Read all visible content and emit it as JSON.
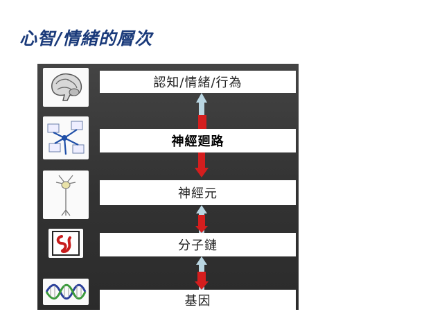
{
  "slide": {
    "title": "心智/情緒的層次",
    "title_color": "#1a3a7a"
  },
  "levels": [
    {
      "label": "認知/情緒/行為",
      "icon": "brain-icon",
      "bold": false
    },
    {
      "label": "神經廻路",
      "icon": "neural-circuit-icon",
      "bold": true
    },
    {
      "label": "神經元",
      "icon": "neuron-icon",
      "bold": false
    },
    {
      "label": "分子鏈",
      "icon": "molecule-icon",
      "bold": false
    },
    {
      "label": "基因",
      "icon": "dna-helix-icon",
      "bold": false
    }
  ],
  "colors": {
    "arrow_up": "#b9d6e2",
    "arrow_down": "#d41e1e",
    "panel": "#3a3a3a"
  }
}
